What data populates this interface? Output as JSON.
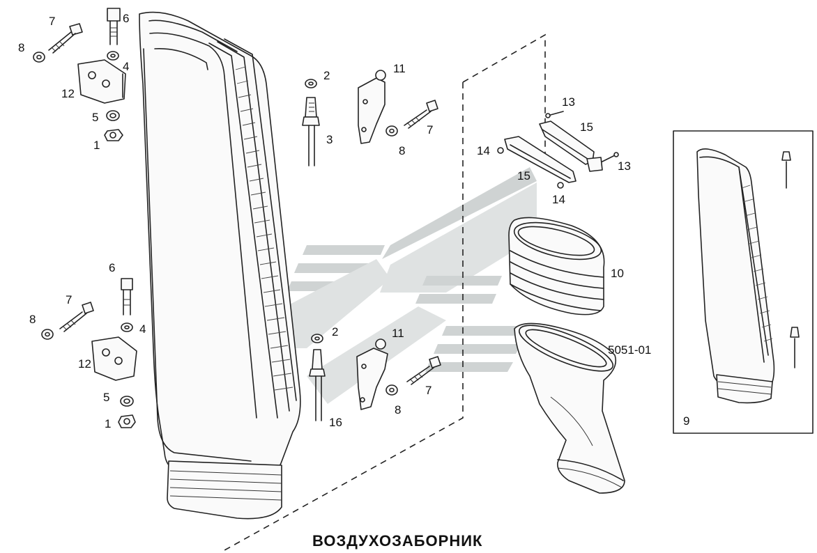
{
  "title": "ВОЗДУХОЗАБОРНИК",
  "model_code": "5051-01",
  "callouts": {
    "upper_left": {
      "c7": "7",
      "c6": "6",
      "c8": "8",
      "c4": "4",
      "c12": "12",
      "c5": "5",
      "c1": "1"
    },
    "lower_left": {
      "c6": "6",
      "c7": "7",
      "c8": "8",
      "c4": "4",
      "c12": "12",
      "c5": "5",
      "c1": "1"
    },
    "upper_mid": {
      "c2": "2",
      "c11": "11",
      "c3": "3",
      "c7": "7",
      "c8": "8"
    },
    "lower_mid": {
      "c2": "2",
      "c11": "11",
      "c16": "16",
      "c7": "7",
      "c8": "8"
    },
    "clamp": {
      "c13a": "13",
      "c15a": "15",
      "c14a": "14",
      "c13b": "13",
      "c15b": "15",
      "c14b": "14"
    },
    "hoses": {
      "c10": "10"
    },
    "inset": {
      "c9": "9"
    }
  },
  "colors": {
    "line": "#222222",
    "watermark": "#cfd3d3",
    "background": "#ffffff"
  }
}
